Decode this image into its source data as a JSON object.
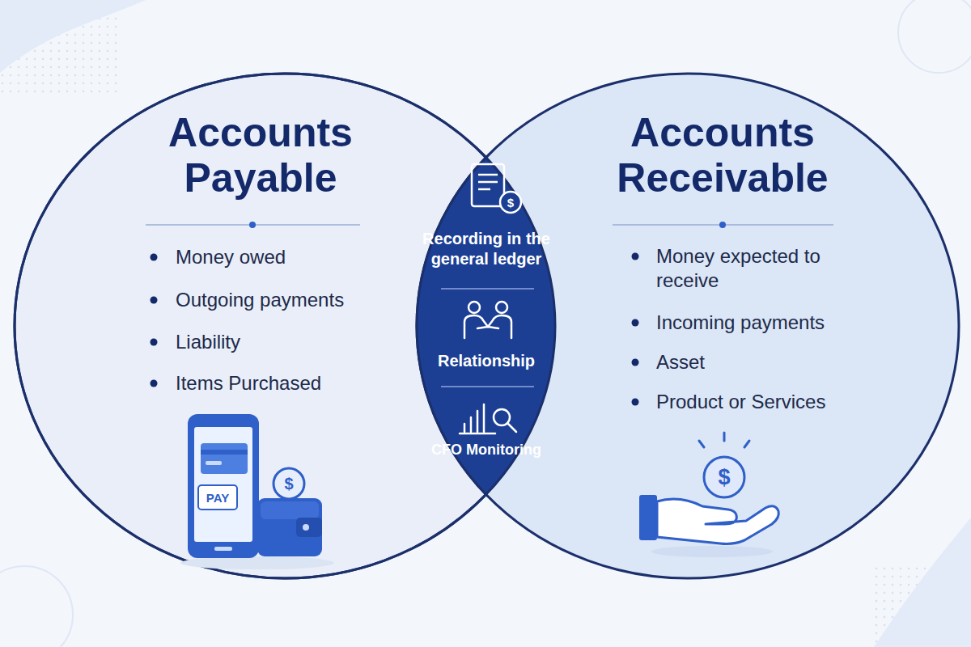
{
  "diagram": {
    "nodes": [
      {
        "text": [
          "Accounts Payable",
          "Money owed",
          "Outgoing payments",
          "Liability",
          "Items Purchased"
        ]
      },
      {
        "text": [
          "Accounts Receivable",
          "Money expected to receive",
          "Incoming payments",
          "Asset",
          "Product or Services"
        ]
      },
      {
        "text": [
          "Recording in the general ledger",
          "Relationship",
          "CFO Monitoring"
        ]
      }
    ],
    "labels": [
      "$",
      "PAY",
      "$",
      "$"
    ]
  }
}
